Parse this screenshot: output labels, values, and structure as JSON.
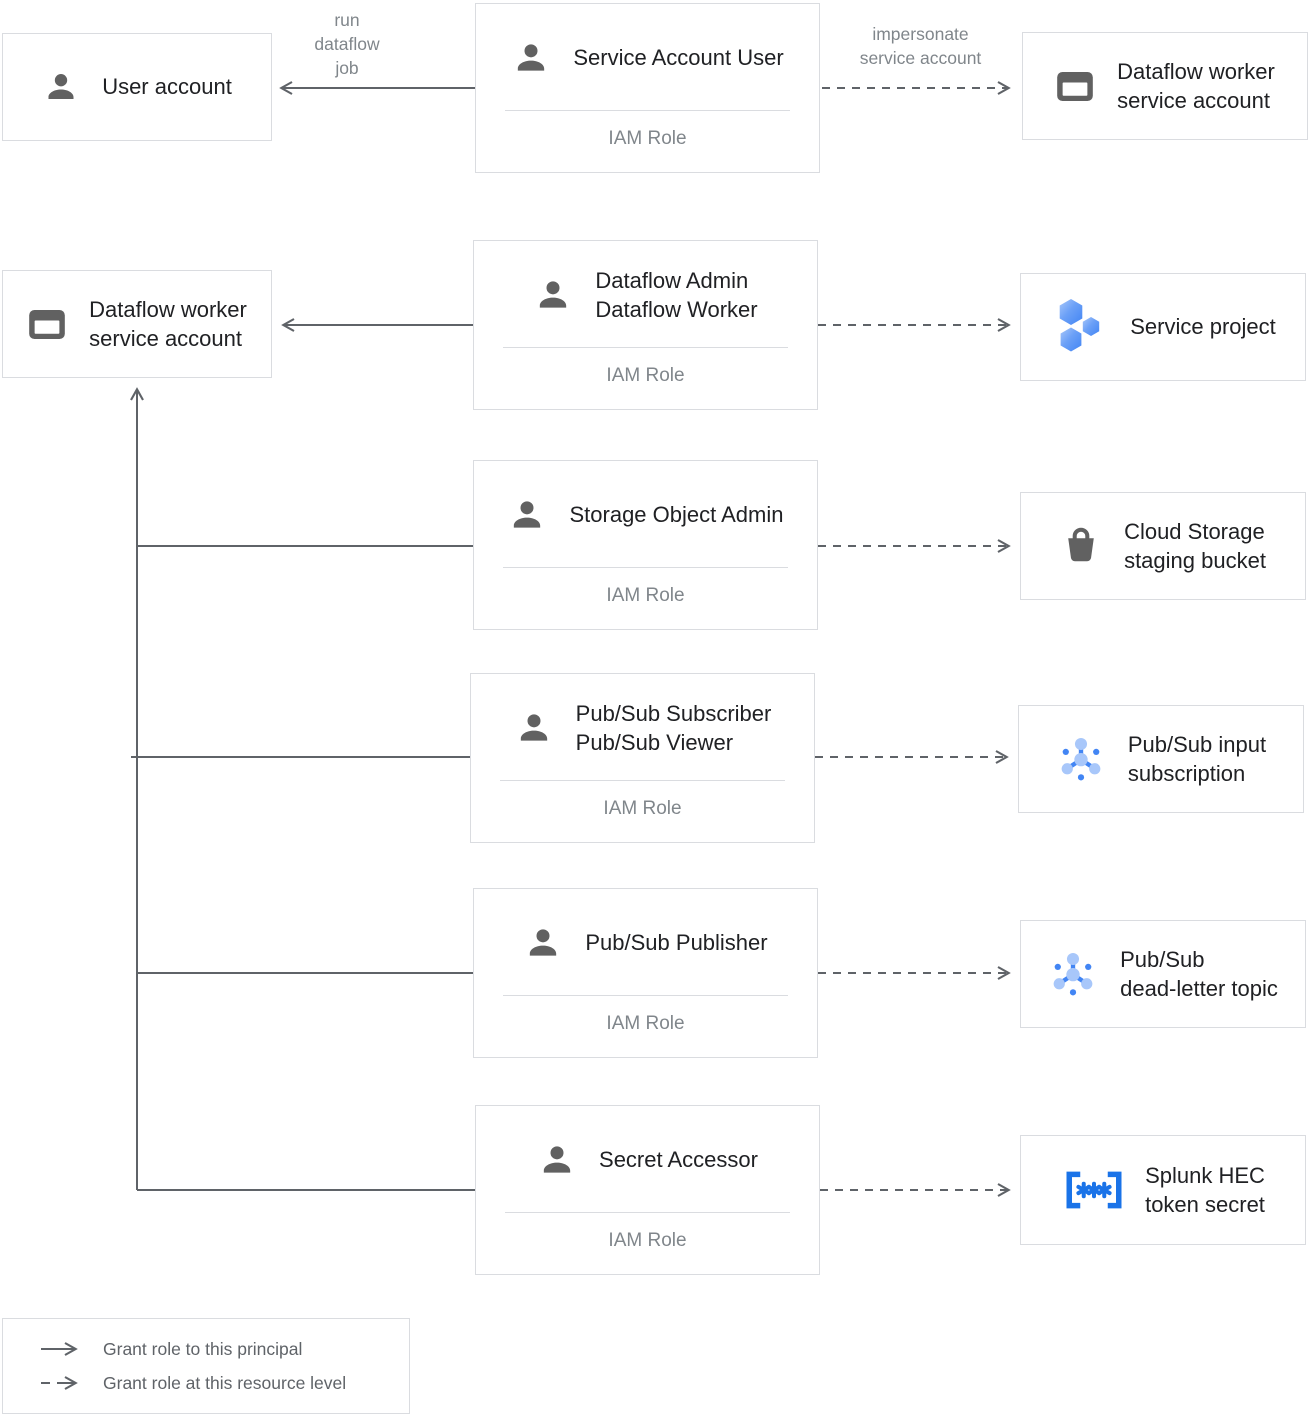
{
  "edge_labels": {
    "run_dataflow_job": "run\ndataflow\njob",
    "impersonate_service_account": "impersonate\nservice account"
  },
  "nodes": {
    "user_account": {
      "label": "User account"
    },
    "service_account_user": {
      "title": "Service Account User",
      "role_label": "IAM Role"
    },
    "dataflow_worker_sa_top": {
      "label": "Dataflow worker\nservice account"
    },
    "dataflow_worker_sa_left": {
      "label": "Dataflow worker\nservice account"
    },
    "dataflow_admin_worker": {
      "title": "Dataflow Admin\nDataflow Worker",
      "role_label": "IAM Role"
    },
    "service_project": {
      "label": "Service project"
    },
    "storage_object_admin": {
      "title": "Storage Object Admin",
      "role_label": "IAM Role"
    },
    "cloud_storage_bucket": {
      "label": "Cloud Storage\nstaging bucket"
    },
    "pubsub_subscriber_viewer": {
      "title": "Pub/Sub Subscriber\nPub/Sub Viewer",
      "role_label": "IAM Role"
    },
    "pubsub_input_subscription": {
      "label": "Pub/Sub input\nsubscription"
    },
    "pubsub_publisher": {
      "title": "Pub/Sub Publisher",
      "role_label": "IAM Role"
    },
    "pubsub_dead_letter_topic": {
      "label": "Pub/Sub\ndead-letter topic"
    },
    "secret_accessor": {
      "title": "Secret Accessor",
      "role_label": "IAM Role"
    },
    "splunk_hec_token_secret": {
      "label": "Splunk HEC\ntoken secret"
    }
  },
  "legend": {
    "solid_label": "Grant role to this principal",
    "dashed_label": "Grant role at this resource level"
  },
  "colors": {
    "text": "#202124",
    "muted_text": "#80868b",
    "line": "#5f6368",
    "box_border": "#dadce0",
    "icon_gray": "#616161",
    "blue": "#4285f4",
    "light_blue": "#a8c7fa",
    "secret_blue": "#1a73e8"
  }
}
